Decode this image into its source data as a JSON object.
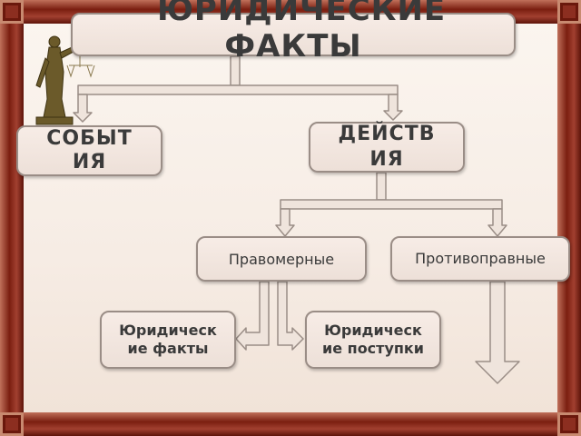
{
  "title": "ЮРИДИЧЕСКИЕ ФАКТЫ",
  "nodes": {
    "events": "СОБЫТИЯ",
    "actions": "ДЕЙСТВИЯ",
    "lawful": "Правомерные",
    "unlawful": "Противоправные",
    "legal_acts": "Юридические факты",
    "legal_deeds": "Юридические поступки"
  },
  "icons": {
    "statue": "themis-statue-icon"
  },
  "colors": {
    "frame": "#8a2a1c",
    "box_fill": "#f3e7e0",
    "box_border": "#9a8d86",
    "arrow_fill": "#efe4dc"
  }
}
